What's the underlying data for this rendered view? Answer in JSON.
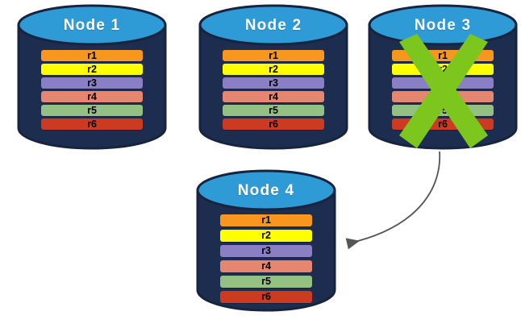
{
  "diagram": {
    "type": "distributed-replication-failover",
    "background_color": "#ffffff",
    "palette": {
      "cylinder_body": "#1C2D4F",
      "cylinder_top": "#2E9BD6",
      "cylinder_outline": "#16243F",
      "title_text": "#ffffff",
      "cross_green": "#7DC61E",
      "arrow_gray": "#555555",
      "row_label_text": "#000000"
    },
    "row_colors": {
      "r1": "#F8961E",
      "r2": "#FFFF00",
      "r3": "#8A7FC4",
      "r4": "#E58770",
      "r5": "#94C183",
      "r6": "#CC3A22"
    }
  },
  "nodes": [
    {
      "id": "node-1",
      "title": "Node  1",
      "failed": false,
      "rows": [
        {
          "label": "r1",
          "color": "#F8961E"
        },
        {
          "label": "r2",
          "color": "#FFFF00"
        },
        {
          "label": "r3",
          "color": "#8A7FC4"
        },
        {
          "label": "r4",
          "color": "#E58770"
        },
        {
          "label": "r5",
          "color": "#94C183"
        },
        {
          "label": "r6",
          "color": "#CC3A22"
        }
      ]
    },
    {
      "id": "node-2",
      "title": "Node  2",
      "failed": false,
      "rows": [
        {
          "label": "r1",
          "color": "#F8961E"
        },
        {
          "label": "r2",
          "color": "#FFFF00"
        },
        {
          "label": "r3",
          "color": "#8A7FC4"
        },
        {
          "label": "r4",
          "color": "#E58770"
        },
        {
          "label": "r5",
          "color": "#94C183"
        },
        {
          "label": "r6",
          "color": "#CC3A22"
        }
      ]
    },
    {
      "id": "node-3",
      "title": "Node  3",
      "failed": true,
      "failure_marker": "green-cross-icon",
      "rows": [
        {
          "label": "r1",
          "color": "#F8961E"
        },
        {
          "label": "r2",
          "color": "#FFFF00"
        },
        {
          "label": "r3",
          "color": "#8A7FC4"
        },
        {
          "label": "r4",
          "color": "#E58770"
        },
        {
          "label": "r5",
          "color": "#94C183"
        },
        {
          "label": "r6",
          "color": "#CC3A22"
        }
      ]
    },
    {
      "id": "node-4",
      "title": "Node  4",
      "failed": false,
      "rows": [
        {
          "label": "r1",
          "color": "#F8961E"
        },
        {
          "label": "r2",
          "color": "#FFFF00"
        },
        {
          "label": "r3",
          "color": "#8A7FC4"
        },
        {
          "label": "r4",
          "color": "#E58770"
        },
        {
          "label": "r5",
          "color": "#94C183"
        },
        {
          "label": "r6",
          "color": "#CC3A22"
        }
      ]
    }
  ],
  "connector": {
    "id": "node3-to-node4-arrow",
    "from": "node-3",
    "to": "node-4",
    "style": "curved-arrow",
    "color": "#555555"
  }
}
